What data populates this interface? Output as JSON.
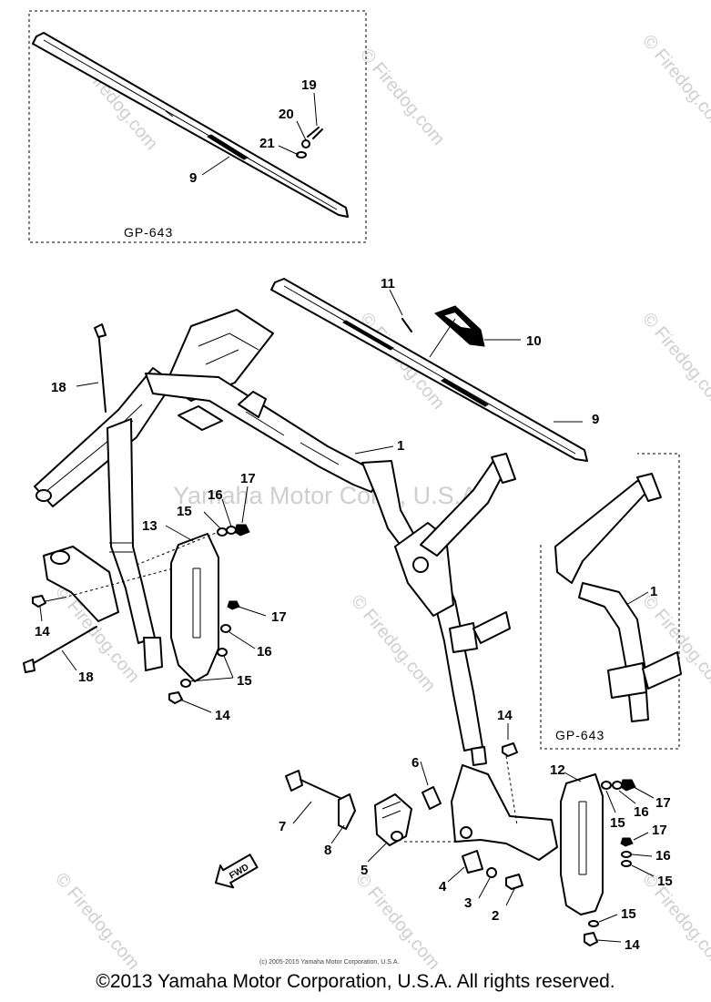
{
  "watermarks": {
    "firedog": "© Firedog.com",
    "center": "Yamaha Motor Corp., U.S.A."
  },
  "inset_top": {
    "code": "GP-643"
  },
  "inset_right": {
    "code": "GP-643"
  },
  "callouts": {
    "p1a": "1",
    "p1b": "1",
    "p2": "2",
    "p3": "3",
    "p4": "4",
    "p5": "5",
    "p6": "6",
    "p7": "7",
    "p8": "8",
    "p9a": "9",
    "p9b": "9",
    "p10": "10",
    "p11": "11",
    "p12": "12",
    "p13": "13",
    "p14a": "14",
    "p14b": "14",
    "p14c": "14",
    "p14d": "14",
    "p15a": "15",
    "p15b": "15",
    "p15c": "15",
    "p15d": "15",
    "p15e": "15",
    "p16a": "16",
    "p16b": "16",
    "p16c": "16",
    "p16d": "16",
    "p17a": "17",
    "p17b": "17",
    "p17c": "17",
    "p17d": "17",
    "p18a": "18",
    "p18b": "18",
    "p19": "19",
    "p20": "20",
    "p21": "21"
  },
  "fwd_label": "FWD",
  "small_copyright": "(c) 2005-2015 Yamaha Motor Corporation, U.S.A.",
  "footer": "©2013 Yamaha Motor Corporation, U.S.A. All rights reserved."
}
